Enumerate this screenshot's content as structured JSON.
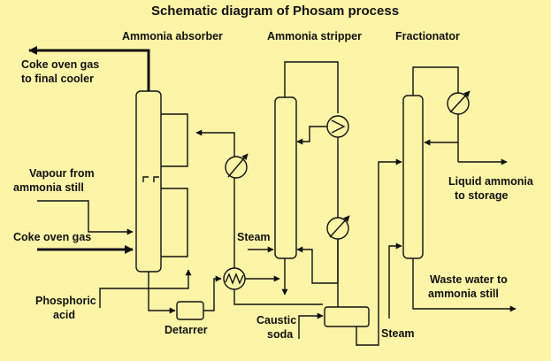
{
  "title": "Schematic diagram of Phosam process",
  "headers": {
    "absorber": "Ammonia absorber",
    "stripper": "Ammonia stripper",
    "fractionator": "Fractionator"
  },
  "labels": {
    "coke_gas_out_1": "Coke oven gas",
    "coke_gas_out_2": "to final cooler",
    "vapour_1": "Vapour from",
    "vapour_2": "ammonia still",
    "coke_gas_in": "Coke oven gas",
    "phosphoric_1": "Phosphoric",
    "phosphoric_2": "acid",
    "detarrer": "Detarrer",
    "steam_stripper": "Steam",
    "caustic_1": "Caustic",
    "caustic_2": "soda",
    "steam_frac": "Steam",
    "liquid_nh3_1": "Liquid ammonia",
    "liquid_nh3_2": "to storage",
    "waste_1": "Waste water to",
    "waste_2": "ammonia still"
  },
  "colors": {
    "background": "#FCF5A8",
    "line": "#111111"
  }
}
